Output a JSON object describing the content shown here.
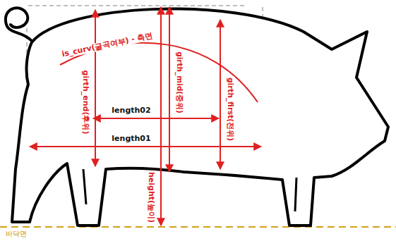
{
  "diagram": {
    "labels": [
      "is_curv(굴곡여부) - 측면",
      "girth_end(후위)",
      "girth_mid(중위)",
      "girth_first(전위)",
      "length02",
      "length01",
      "height(높이)",
      "바닥면"
    ]
  }
}
